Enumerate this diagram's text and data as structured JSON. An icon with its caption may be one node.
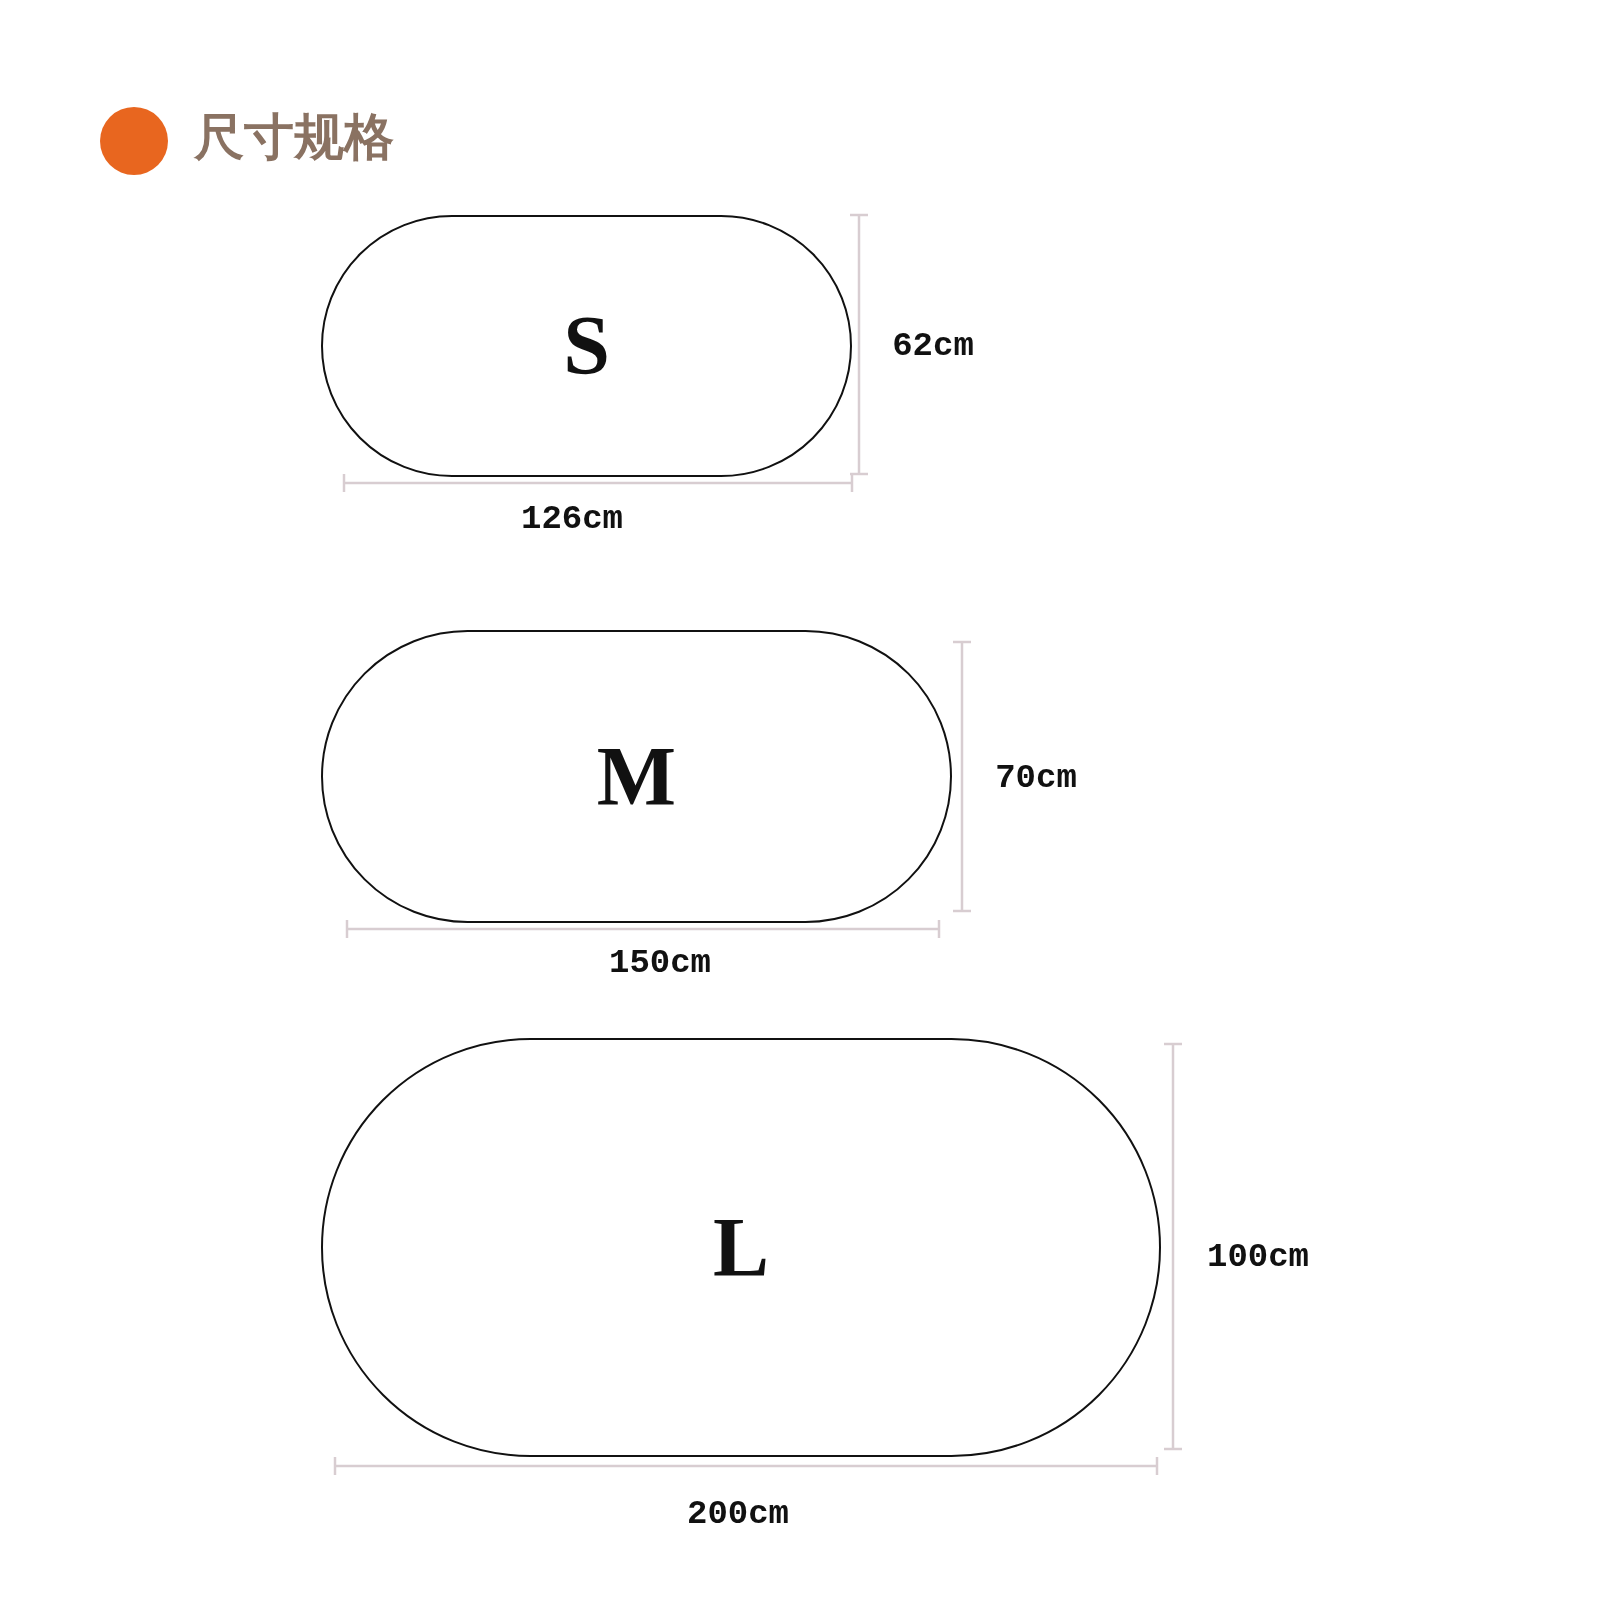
{
  "diagram": {
    "title": "尺寸规格",
    "nodes": [
      {
        "text": [
          "S"
        ]
      },
      {
        "text": [
          "M"
        ]
      },
      {
        "text": [
          "L"
        ]
      }
    ],
    "labels": [
      "62cm",
      "126cm",
      "70cm",
      "150cm",
      "100cm",
      "200cm"
    ]
  }
}
